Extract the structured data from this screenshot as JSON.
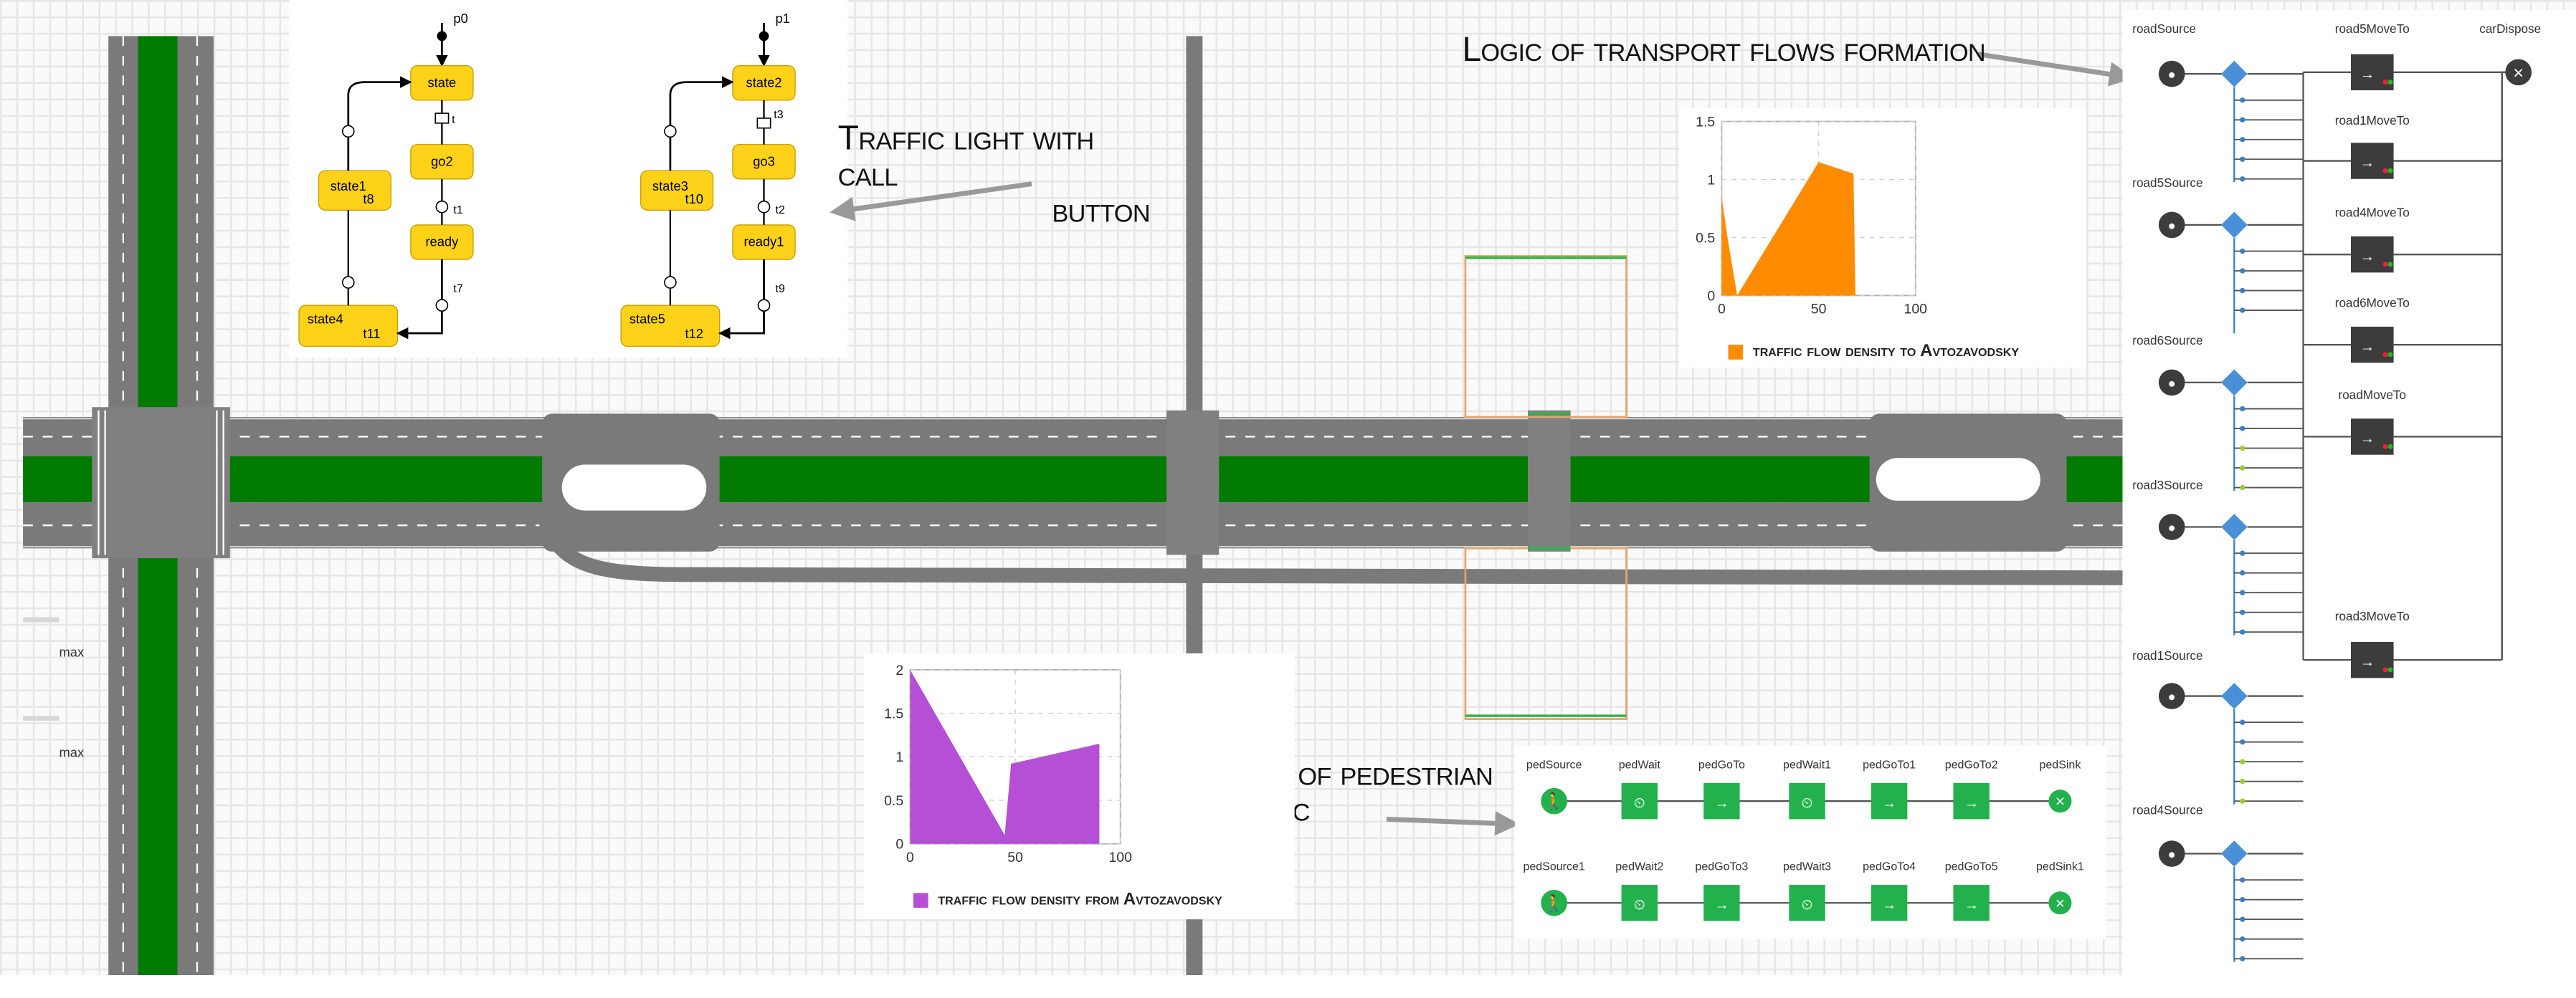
{
  "annotations": {
    "traffic_light_title": [
      "Traffic light with call",
      "button"
    ],
    "transport_title": "Logic of transport flows formation",
    "pedestrian_title": [
      "Logic of pedestrian",
      "traffic"
    ]
  },
  "legends": {
    "top_chart": "traffic flow density to Avtozavodsky",
    "bottom_chart": "traffic flow density from Avtozavodsky"
  },
  "colors": {
    "road": "#7a7a7a",
    "median": "#007a00",
    "state_fill": "#ffd21a",
    "block_green": "#22b14c",
    "block_dark": "#3c3c3c",
    "connector_blue": "#3a7fc1",
    "area_orange": "#ff8c00",
    "area_purple": "#b44fd6"
  },
  "statechart_1": {
    "entry": "p0",
    "states": [
      "state",
      "go2",
      "ready",
      "state1",
      "state4"
    ],
    "transitions": [
      "t",
      "t1",
      "t7",
      "t8",
      "t11"
    ]
  },
  "statechart_2": {
    "entry": "p1",
    "states": [
      "state2",
      "go3",
      "ready1",
      "state3",
      "state5"
    ],
    "transitions": [
      "t3",
      "t2",
      "t9",
      "t10",
      "t12"
    ]
  },
  "transport_blocks": {
    "sources": [
      "roadSource",
      "road5Source",
      "road6Source",
      "road3Source",
      "road1Source",
      "road4Source"
    ],
    "move_to": [
      "road5MoveTo",
      "road1MoveTo",
      "road4MoveTo",
      "road6MoveTo",
      "roadMoveTo",
      "road3MoveTo"
    ],
    "dispose": "carDispose"
  },
  "pedestrian_blocks": {
    "row1": [
      "pedSource",
      "pedWait",
      "pedGoTo",
      "pedWait1",
      "pedGoTo1",
      "pedGoTo2",
      "pedSink"
    ],
    "row2": [
      "pedSource1",
      "pedWait2",
      "pedGoTo3",
      "pedWait3",
      "pedGoTo4",
      "pedGoTo5",
      "pedSink1"
    ]
  },
  "left_labels": [
    "max",
    "max"
  ],
  "chart_data": [
    {
      "type": "area",
      "x": [
        0,
        3,
        8,
        50,
        68,
        69
      ],
      "y": [
        0.85,
        0.5,
        0.0,
        1.15,
        1.05,
        0
      ],
      "xlim": [
        0,
        100
      ],
      "ylim": [
        0,
        1.5
      ],
      "xticks": [
        "0",
        "50",
        "100"
      ],
      "yticks": [
        "0",
        "0.5",
        "1",
        "1.5"
      ],
      "legend": "traffic flow density to Avtozavodsky",
      "grid": true
    },
    {
      "type": "area",
      "x": [
        0,
        45,
        48,
        90
      ],
      "y": [
        2.0,
        0.1,
        0.92,
        1.15
      ],
      "xlim": [
        0,
        100
      ],
      "ylim": [
        0,
        2
      ],
      "xticks": [
        "0",
        "50",
        "100"
      ],
      "yticks": [
        "0",
        "0.5",
        "1",
        "1.5",
        "2"
      ],
      "legend": "traffic flow density from Avtozavodsky",
      "grid": true
    }
  ]
}
